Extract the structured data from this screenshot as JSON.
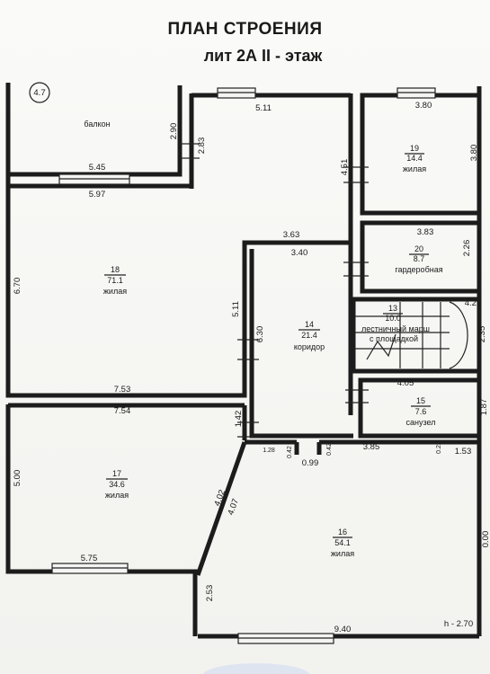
{
  "title": {
    "line1": "ПЛАН СТРОЕНИЯ",
    "line2": "лит 2А  II - этаж"
  },
  "rooms": [
    {
      "id": "balcony",
      "name": "балкон",
      "area_badge": "4.7"
    },
    {
      "id": "r18",
      "number": "18",
      "area": "71.1",
      "type": "жилая"
    },
    {
      "id": "r17",
      "number": "17",
      "area": "34.6",
      "type": "жилая"
    },
    {
      "id": "r14",
      "number": "14",
      "area": "21.4",
      "type": "коридор"
    },
    {
      "id": "r19",
      "number": "19",
      "area": "14.4",
      "type": "жилая"
    },
    {
      "id": "r20",
      "number": "20",
      "area": "8.7",
      "type": "гардеробная"
    },
    {
      "id": "r13",
      "number": "13",
      "area": "10.0",
      "type1": "лестничный марш",
      "type2": "с площадкой"
    },
    {
      "id": "r15",
      "number": "15",
      "area": "7.6",
      "type": "санузел"
    },
    {
      "id": "r16",
      "number": "16",
      "area": "54.1",
      "type": "жилая"
    }
  ],
  "dimensions": {
    "d290": "2.90",
    "d545": "5.45",
    "d597": "5.97",
    "d511_top": "5.11",
    "d283": "2.83",
    "d451": "4.51",
    "d380_top": "3.80",
    "d380_side": "3.80",
    "d383": "3.83",
    "d226": "2.26",
    "d363": "3.63",
    "d340": "3.40",
    "d670": "6.70",
    "d511_mid": "5.11",
    "d630": "6.30",
    "d425": "4.25",
    "d235": "2.35",
    "d405": "4.05",
    "d187": "1.87",
    "d753": "7.53",
    "d754": "7.54",
    "d142": "1.42",
    "d128": "1.28",
    "d042a": "0.42",
    "d099": "0.99",
    "d042b": "0.42",
    "d385": "3.85",
    "d022": "0.22",
    "d153": "1.53",
    "d500": "5.00",
    "d402": "4.02",
    "d407": "4.07",
    "d575": "5.75",
    "d253": "2.53",
    "d940": "9.40",
    "h": "h - 2.70",
    "d000": "0.00"
  }
}
